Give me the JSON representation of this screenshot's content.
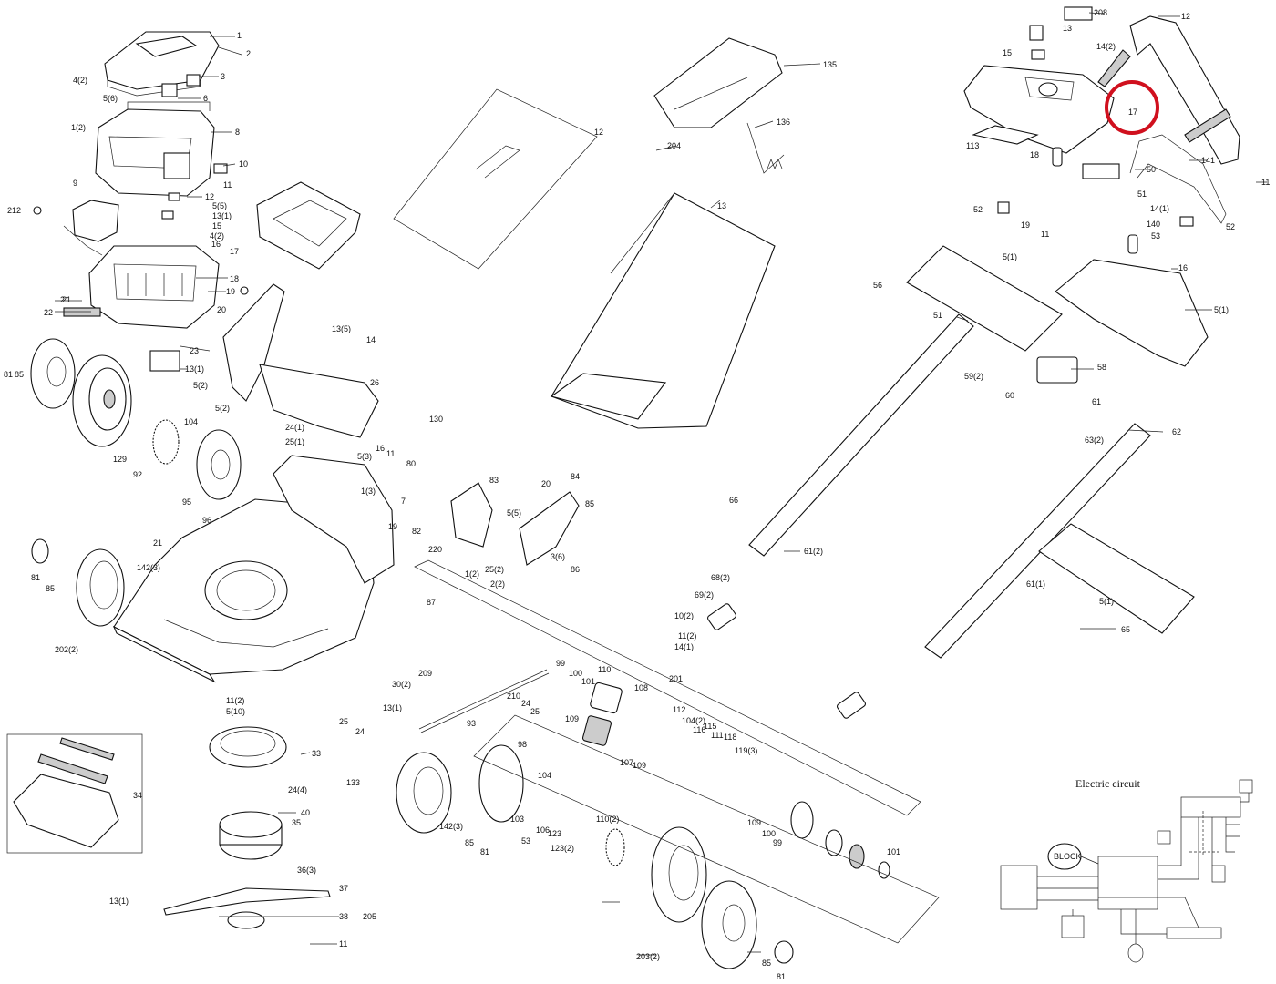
{
  "diagram": {
    "highlight_color": "#d0101e",
    "ink_color": "#111111",
    "circuit_title": "Electric circuit",
    "circuit_block_label": "BLOCK",
    "labels": {
      "l1": "1",
      "l2": "2",
      "l3": "3",
      "l4": "4(2)",
      "l5": "5(6)",
      "l6": "6",
      "l7": "1(2)",
      "l8": "8",
      "l9": "9",
      "l10": "10",
      "l11": "11",
      "l12": "12",
      "l13": "5(5)",
      "l14": "13(1)",
      "l15": "15",
      "l16": "4(2)",
      "l17": "16",
      "l18": "17",
      "l19": "18",
      "l20": "19",
      "l21": "20",
      "l22": "21",
      "l23": "22",
      "l24": "23",
      "l25": "13(1)",
      "l26": "5(2)",
      "l27": "212",
      "l28": "81",
      "l29": "85",
      "l30": "129",
      "l31": "92",
      "l32": "95",
      "l33": "96",
      "l34": "104",
      "l35": "5(2)",
      "l36": "24(1)",
      "l37": "25(1)",
      "l38": "26",
      "l39": "13(5)",
      "l40": "14",
      "l41": "130",
      "l42": "135",
      "l43": "136",
      "l44": "12",
      "l45": "204",
      "l46": "13",
      "l47": "208",
      "l48": "12",
      "l49": "13",
      "l50": "14(2)",
      "l51": "15",
      "l52": "17",
      "l53": "113",
      "l54": "18",
      "l55": "50",
      "l56": "141",
      "l57": "11",
      "l58": "51",
      "l59": "14(1)",
      "l60": "140",
      "l61": "52",
      "l62": "53",
      "l63": "52",
      "l64": "19",
      "l65": "11",
      "l66": "5(1)",
      "l67": "56",
      "l68": "16",
      "l69": "51",
      "l70": "5(1)",
      "l71": "59(2)",
      "l72": "58",
      "l73": "60",
      "l74": "61",
      "l75": "63(2)",
      "l76": "62",
      "l77": "66",
      "l78": "61(2)",
      "l79": "68(2)",
      "l80": "69(2)",
      "l81": "10(2)",
      "l82": "11(2)",
      "l83": "14(1)",
      "l84": "61(1)",
      "l85": "5(1)",
      "l86": "65",
      "l87": "21",
      "l88": "81",
      "l89": "85",
      "l90": "202(2)",
      "l91": "142(3)",
      "l92": "11(2)",
      "l93": "5(10)",
      "l94": "33",
      "l95": "24(4)",
      "l96": "40",
      "l97": "35",
      "l98": "36(3)",
      "l99": "37",
      "l100": "38",
      "l101": "205",
      "l102": "11",
      "l103": "34",
      "l104": "13(1)",
      "l105": "30(2)",
      "l106": "13(1)",
      "l107": "25",
      "l108": "24",
      "l109": "133",
      "l110": "93",
      "l111": "209",
      "l112": "87",
      "l113": "210",
      "l114": "24",
      "l115": "25",
      "l116": "99",
      "l117": "100",
      "l118": "101",
      "l119": "110",
      "l120": "108",
      "l121": "109",
      "l122": "112",
      "l123": "104(2)",
      "l124": "116",
      "l125": "115",
      "l126": "111",
      "l127": "118",
      "l128": "119(3)",
      "l129": "201",
      "l130": "109",
      "l131": "107",
      "l132": "98",
      "l133": "104",
      "l134": "110(2)",
      "l135": "103",
      "l136": "106",
      "l137": "53",
      "l138": "123",
      "l139": "123(2)",
      "l140": "85",
      "l141": "81",
      "l142": "142(3)",
      "l143": "203(2)",
      "l144": "85",
      "l145": "81",
      "l146": "109",
      "l147": "100",
      "l148": "99",
      "l149": "101",
      "l150": "83",
      "l151": "84",
      "l152": "20",
      "l153": "85",
      "l154": "5(5)",
      "l155": "86",
      "l156": "2(2)",
      "l157": "25(2)",
      "l158": "3(6)",
      "l159": "11",
      "l160": "80",
      "l161": "82",
      "l162": "220",
      "l163": "1(2)",
      "l164": "5(3)",
      "l165": "16",
      "l166": "7",
      "l167": "19",
      "l168": "1(3)",
      "l169": "21"
    }
  }
}
